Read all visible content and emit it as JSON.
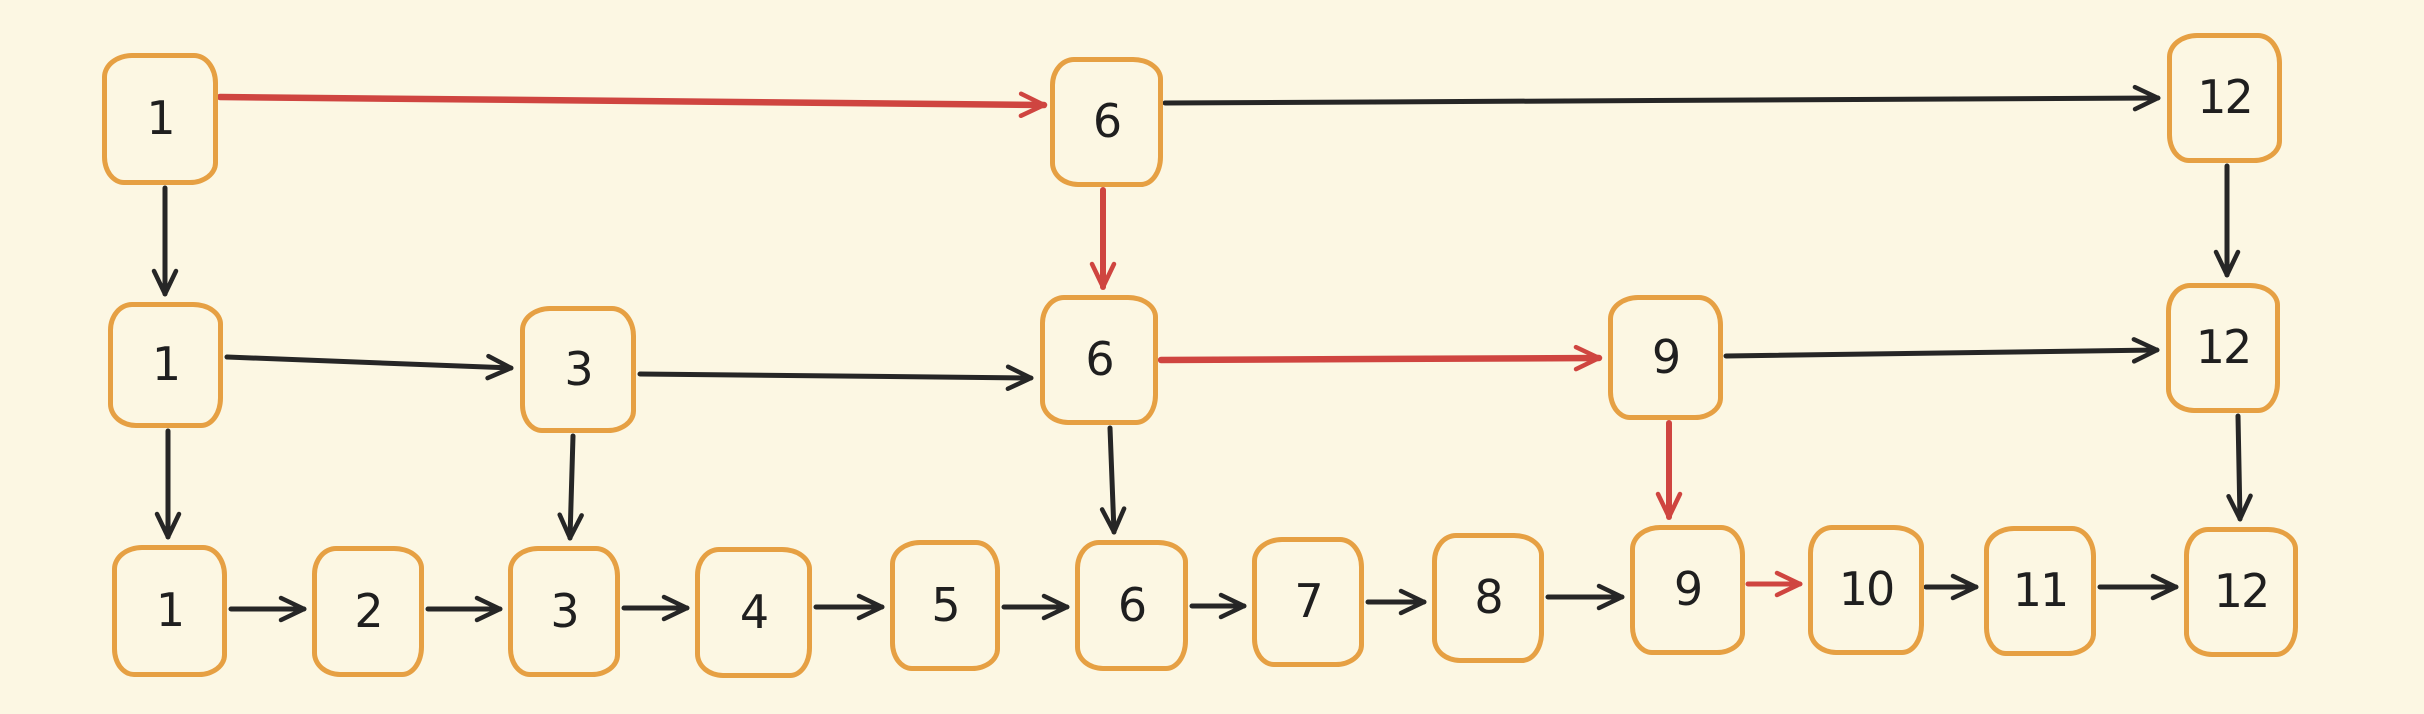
{
  "colors": {
    "canvas": "#fcf7e3",
    "node_border": "#e6a043",
    "text": "#1f1f1f",
    "arrow": "#262626",
    "highlight_arrow": "#cf4540"
  },
  "levels": [
    {
      "nodes": [
        {
          "value": "1"
        },
        {
          "value": "6"
        },
        {
          "value": "12"
        }
      ]
    },
    {
      "nodes": [
        {
          "value": "1"
        },
        {
          "value": "3"
        },
        {
          "value": "6"
        },
        {
          "value": "9"
        },
        {
          "value": "12"
        }
      ]
    },
    {
      "nodes": [
        {
          "value": "1"
        },
        {
          "value": "2"
        },
        {
          "value": "3"
        },
        {
          "value": "4"
        },
        {
          "value": "5"
        },
        {
          "value": "6"
        },
        {
          "value": "7"
        },
        {
          "value": "8"
        },
        {
          "value": "9"
        },
        {
          "value": "10"
        },
        {
          "value": "11"
        },
        {
          "value": "12"
        }
      ]
    }
  ],
  "edges": [
    {
      "from": "level2-1",
      "to": "level2-6",
      "highlighted": true
    },
    {
      "from": "level2-6",
      "to": "level2-12",
      "highlighted": false
    },
    {
      "from": "level1-1",
      "to": "level1-3",
      "highlighted": false
    },
    {
      "from": "level1-3",
      "to": "level1-6",
      "highlighted": false
    },
    {
      "from": "level1-6",
      "to": "level1-9",
      "highlighted": true
    },
    {
      "from": "level1-9",
      "to": "level1-12",
      "highlighted": false
    },
    {
      "from": "level0-1",
      "to": "level0-2",
      "highlighted": false
    },
    {
      "from": "level0-2",
      "to": "level0-3",
      "highlighted": false
    },
    {
      "from": "level0-3",
      "to": "level0-4",
      "highlighted": false
    },
    {
      "from": "level0-4",
      "to": "level0-5",
      "highlighted": false
    },
    {
      "from": "level0-5",
      "to": "level0-6",
      "highlighted": false
    },
    {
      "from": "level0-6",
      "to": "level0-7",
      "highlighted": false
    },
    {
      "from": "level0-7",
      "to": "level0-8",
      "highlighted": false
    },
    {
      "from": "level0-8",
      "to": "level0-9",
      "highlighted": false
    },
    {
      "from": "level0-9",
      "to": "level0-10",
      "highlighted": true
    },
    {
      "from": "level0-10",
      "to": "level0-11",
      "highlighted": false
    },
    {
      "from": "level0-11",
      "to": "level0-12",
      "highlighted": false
    },
    {
      "from": "level2-1",
      "to": "level1-1",
      "highlighted": false
    },
    {
      "from": "level2-6",
      "to": "level1-6",
      "highlighted": true
    },
    {
      "from": "level2-12",
      "to": "level1-12",
      "highlighted": false
    },
    {
      "from": "level1-1",
      "to": "level0-1",
      "highlighted": false
    },
    {
      "from": "level1-3",
      "to": "level0-3",
      "highlighted": false
    },
    {
      "from": "level1-6",
      "to": "level0-6",
      "highlighted": false
    },
    {
      "from": "level1-9",
      "to": "level0-9",
      "highlighted": true
    },
    {
      "from": "level1-12",
      "to": "level0-12",
      "highlighted": false
    }
  ]
}
